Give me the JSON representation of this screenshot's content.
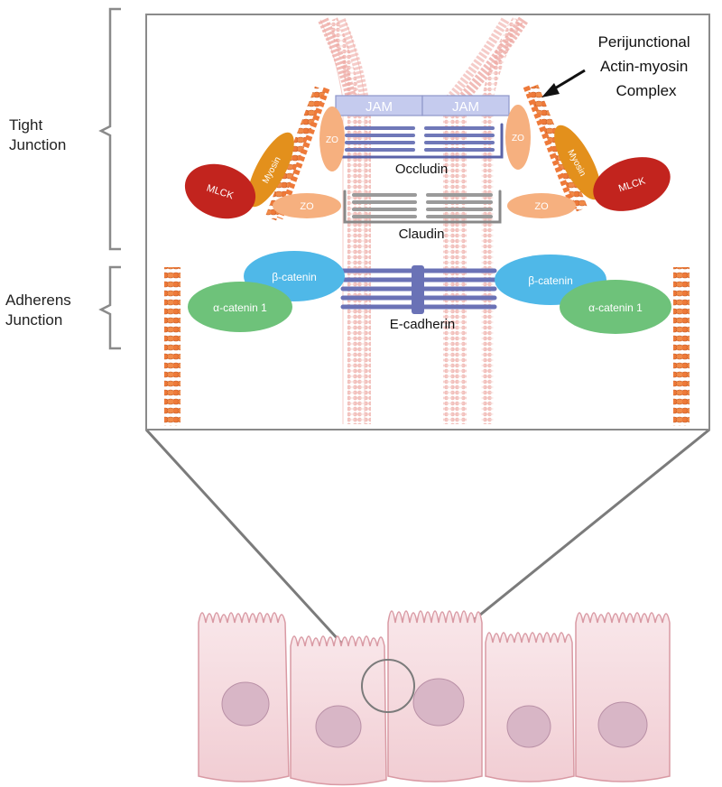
{
  "labels": {
    "tight_junction": [
      "Tight",
      "Junction"
    ],
    "adherens_junction": [
      "Adherens",
      "Junction"
    ],
    "perijunctional": [
      "Perijunctional",
      "Actin-myosin",
      "Complex"
    ]
  },
  "proteins": {
    "jam_left": "JAM",
    "jam_right": "JAM",
    "occludin": "Occludin",
    "claudin": "Claudin",
    "e_cadherin": "E-cadherin",
    "zo": "ZO",
    "myosin": "Myosin",
    "mlck": "MLCK",
    "beta_catenin": "β-catenin",
    "alpha_catenin": "α-catenin 1"
  },
  "colors": {
    "membrane": "#f0b5b0",
    "jam": "#c5cbee",
    "occludin": "#6f78b8",
    "claudin": "#9a9a9a",
    "zo": "#f6b07f",
    "myosin": "#e3901c",
    "mlck": "#c2241e",
    "beta_catenin": "#4fb8e8",
    "alpha_catenin": "#6ec27a",
    "actin": "#f07838",
    "cadherin": "#6a72b6",
    "cell": "#f7dde0",
    "nucleus": "#d8b6c6"
  }
}
